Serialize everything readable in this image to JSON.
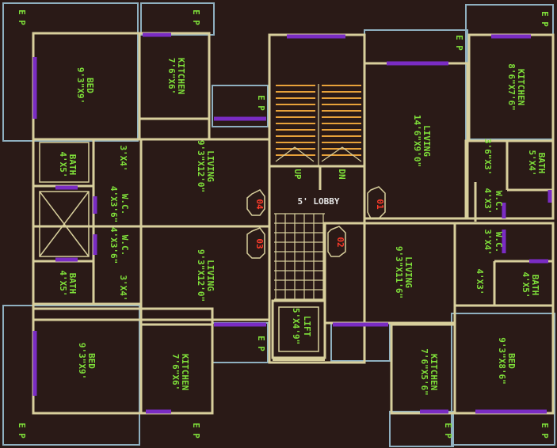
{
  "rooms": {
    "bed_tl": {
      "name": "BED",
      "dim": "9'3\"X9'"
    },
    "kitchen_tl": {
      "name": "KITCHEN",
      "dim": "7'6\"X6'"
    },
    "bath_tl": {
      "name": "BATH",
      "dim": "4'X5'"
    },
    "p_tl": {
      "dim": "3'X4'"
    },
    "wc_tl": {
      "name": "W.C.",
      "dim": "4'X3'6\""
    },
    "living_tl": {
      "name": "LIVING",
      "dim": "9'3\"X12'0\""
    },
    "living_bl": {
      "name": "LIVING",
      "dim": "9'3\"X12'0\""
    },
    "wc_bl": {
      "name": "W.C.",
      "dim": "4'X3'6\""
    },
    "bath_bl": {
      "name": "BATH",
      "dim": "4'X5'"
    },
    "p_bl": {
      "dim": "3'X4'"
    },
    "bed_bl": {
      "name": "BED",
      "dim": "9'3\"X9'"
    },
    "kitchen_bl": {
      "name": "KITCHEN",
      "dim": "7'6\"X6'"
    },
    "living_tr": {
      "name": "LIVING",
      "dim": "14'6\"X9'0\""
    },
    "kitchen_tr": {
      "name": "KITCHEN",
      "dim": "8'6\"X7'6\""
    },
    "p_tr": {
      "dim": "3'6\"X3'"
    },
    "bath_tr": {
      "name": "BATH",
      "dim": "5'X4'"
    },
    "wc_tr": {
      "name": "W.C.",
      "dim": "4'X3'"
    },
    "living_br": {
      "name": "LIVING",
      "dim": "9'3\"X11'6\""
    },
    "wc_br": {
      "name": "W.C.",
      "dim": "3'X4'"
    },
    "p_br": {
      "dim": "4'X3'"
    },
    "bath_br": {
      "name": "BATH",
      "dim": "4'X5'"
    },
    "bed_br": {
      "name": "BED",
      "dim": "9'3\"X8'6\""
    },
    "kitchen_br": {
      "name": "KITCHEN",
      "dim": "7'6\"X5'6\""
    },
    "lift": {
      "name": "LIFT",
      "dim": "5'X4'9\""
    }
  },
  "core": {
    "lobby": "5' LOBBY",
    "up": "UP",
    "dn": "DN"
  },
  "flats": {
    "f01": "01",
    "f02": "02",
    "f03": "03",
    "f04": "04"
  },
  "ep": "E P",
  "colors": {
    "background": "#2a1a17",
    "wall": "#d8cf9c",
    "window": "#7a2cc4",
    "text": "#7fe03a",
    "flat_no": "#ff3b2a",
    "stair": "#e8a23a"
  }
}
